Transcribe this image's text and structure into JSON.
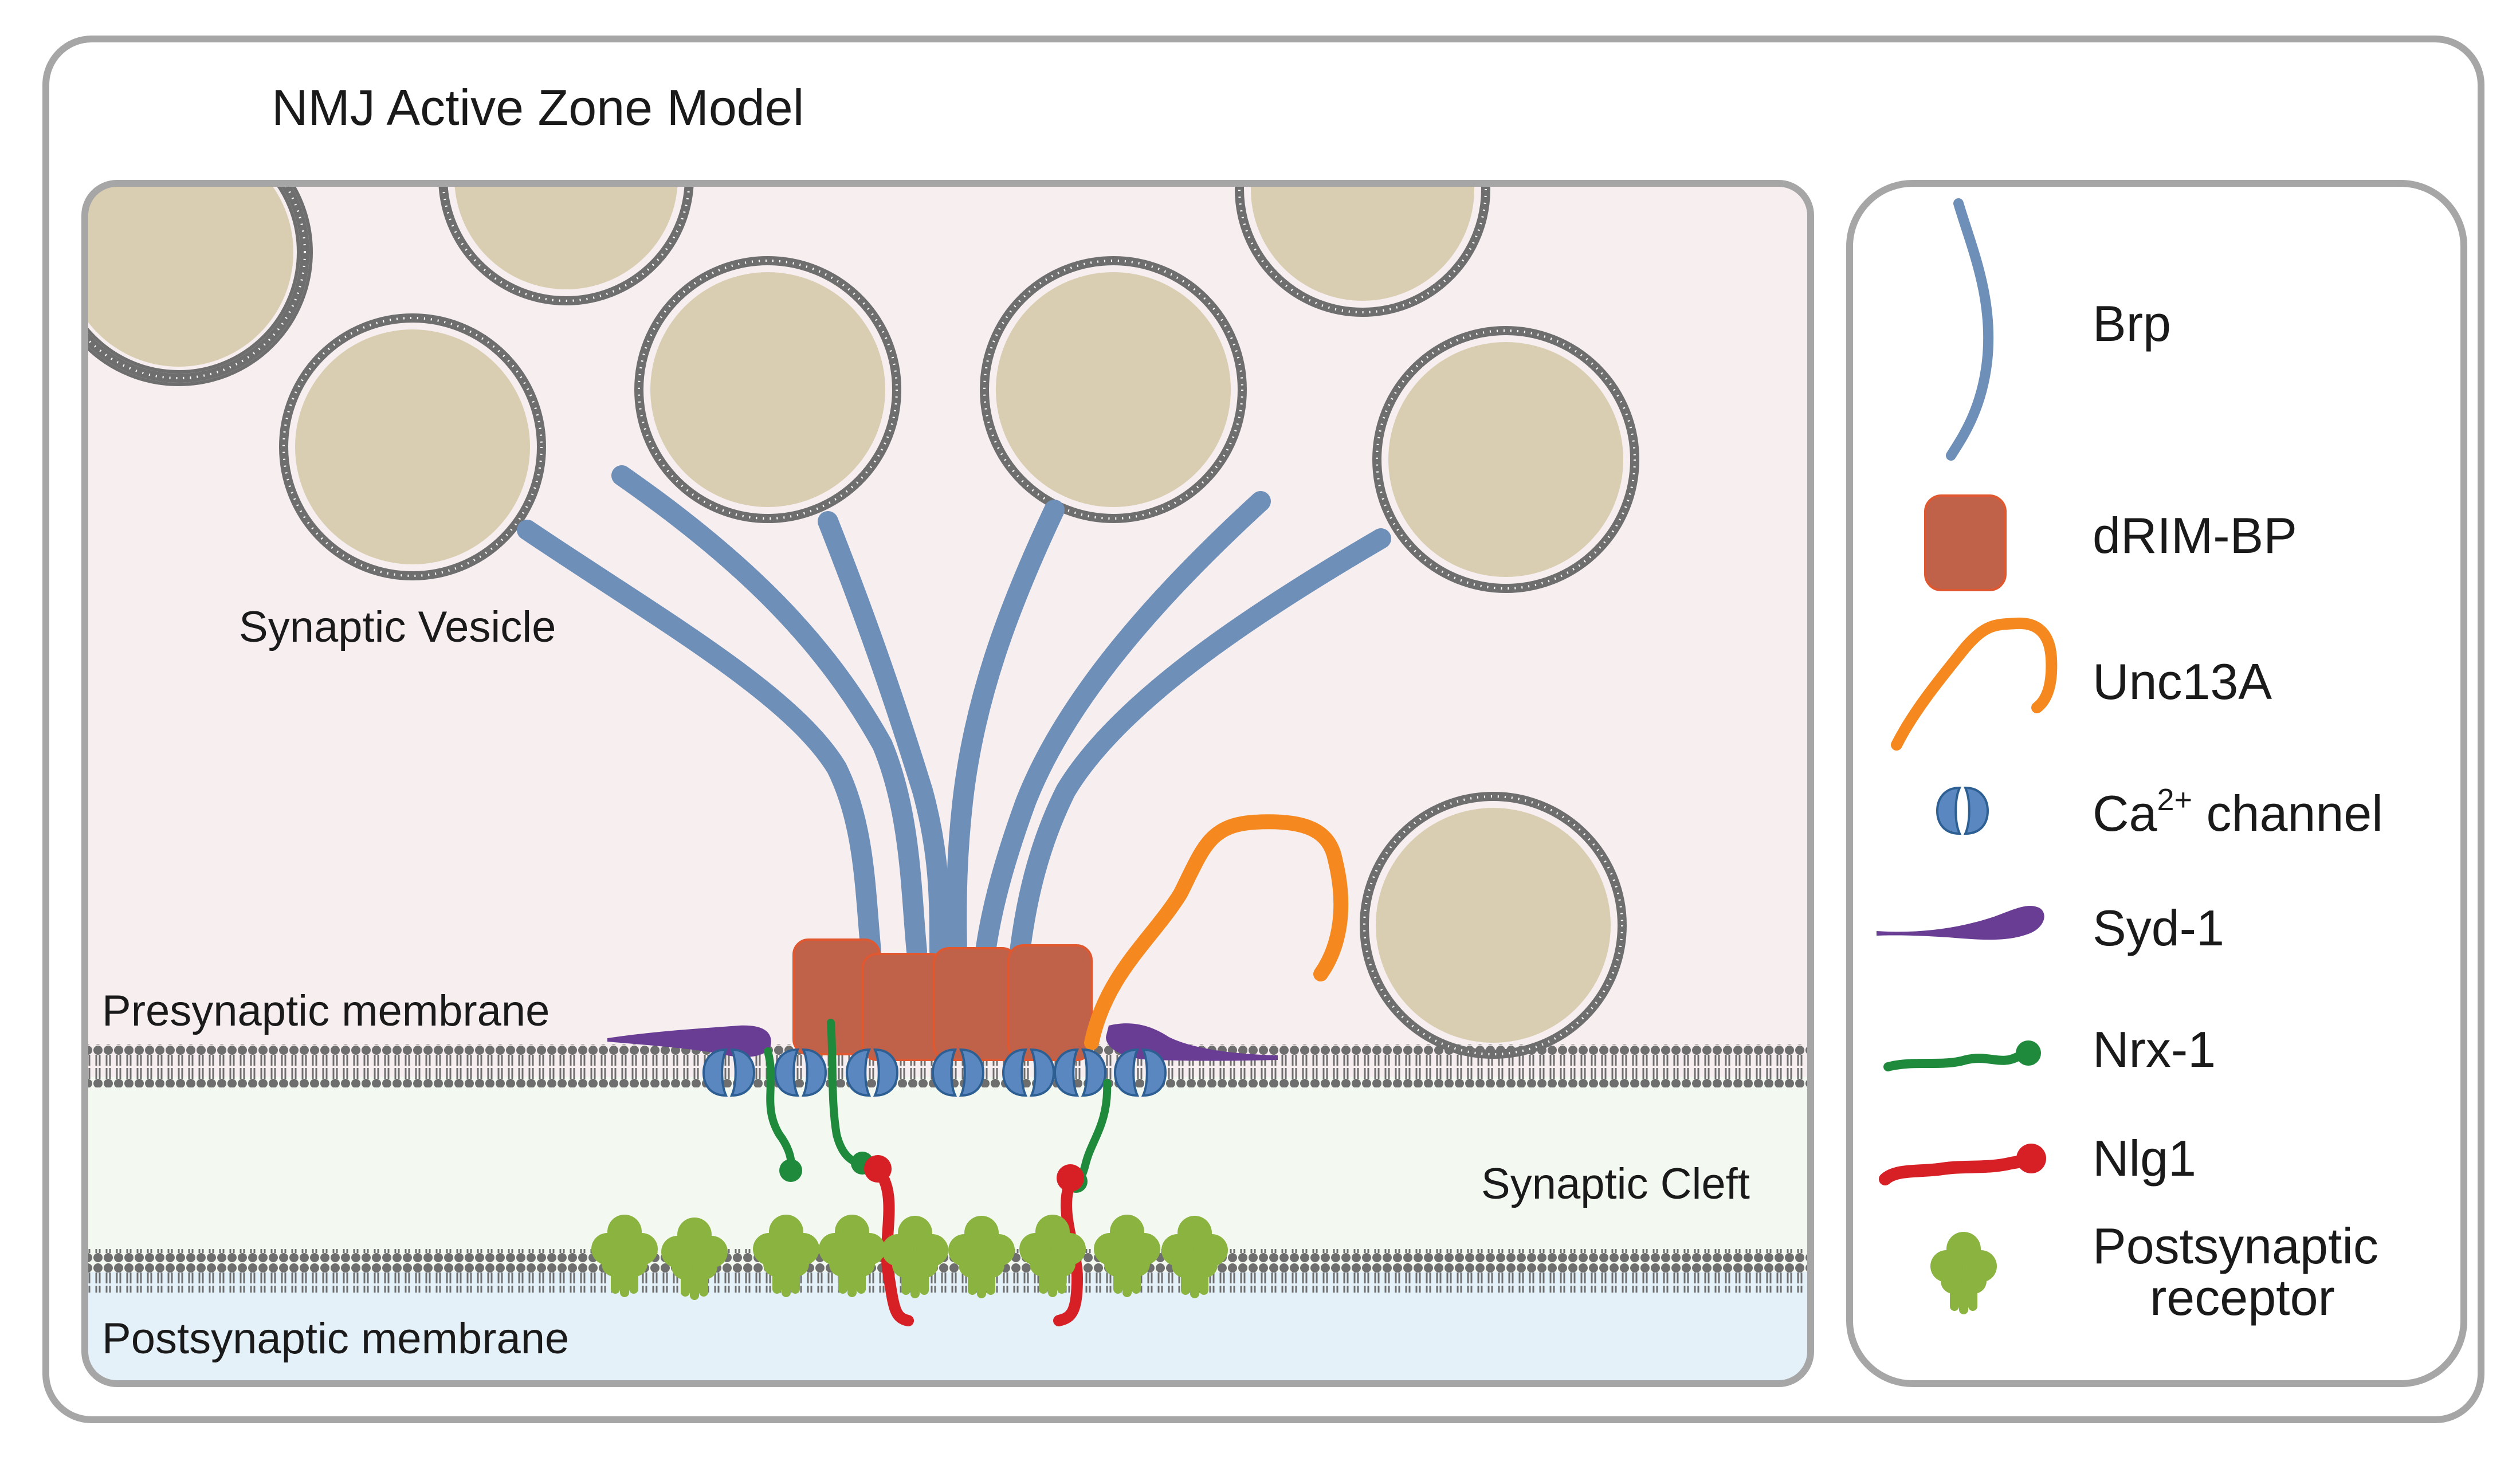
{
  "title": "NMJ Active Zone Model",
  "labels": {
    "synaptic_vesicle": "Synaptic Vesicle",
    "presynaptic_membrane": "Presynaptic membrane",
    "synaptic_cleft": "Synaptic Cleft",
    "postsynaptic_membrane": "Postsynaptic membrane"
  },
  "legend": {
    "brp": "Brp",
    "drim_bp": "dRIM-BP",
    "unc13a": "Unc13A",
    "ca_channel": {
      "prefix": "Ca",
      "superscript": "2+",
      "suffix": " channel"
    },
    "syd1": "Syd-1",
    "nrx1": "Nrx-1",
    "nlg1": "Nlg1",
    "postsynaptic_receptor": [
      "Postsynaptic",
      "receptor"
    ]
  },
  "colors": {
    "frame": "#a6a6a6",
    "presynaptic_bg": "#f7eef0",
    "cleft_bg": "#f3f9f1",
    "postsynaptic_bg": "#e4f1f8",
    "membrane": "#6e6e6e",
    "vesicle_fill": "#d9ceb1",
    "brp": "#6d8fb8",
    "drim_bp": "#c0614a",
    "unc13a": "#f5891f",
    "ca_channel": "#5a87c0",
    "syd1": "#6a3d94",
    "nrx1": "#1f8a3c",
    "nlg1": "#d71f26",
    "receptor": "#8ab33f"
  }
}
